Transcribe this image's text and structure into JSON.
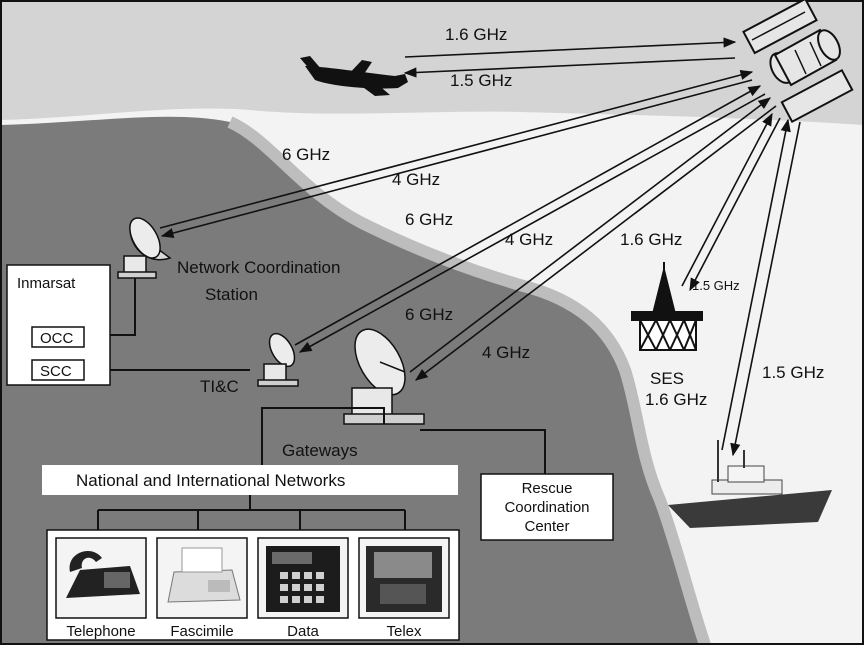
{
  "frequencies": {
    "aircraft_up": "1.6 GHz",
    "aircraft_down": "1.5 GHz",
    "ncs_up": "6 GHz",
    "ncs_down": "4 GHz",
    "tic_up": "6 GHz",
    "tic_down": "4 GHz",
    "gateway_up": "6 GHz",
    "gateway_down": "4 GHz",
    "ses_up": "1.6 GHz",
    "ses_down": "1.5 GHz",
    "ship_down": "1.5 GHz",
    "ship_up": "1.6 GHz"
  },
  "labels": {
    "ncs_line1": "Network Coordination",
    "ncs_line2": "Station",
    "tic": "TI&C",
    "gateways": "Gateways",
    "ses": "SES",
    "inmarsat": "Inmarsat",
    "occ": "OCC",
    "scc": "SCC",
    "networks": "National and International Networks",
    "rescue_line1": "Rescue",
    "rescue_line2": "Coordination",
    "rescue_line3": "Center"
  },
  "terminals": [
    {
      "label": "Telephone",
      "icon": "telephone-icon"
    },
    {
      "label": "Fascimile",
      "icon": "fax-icon"
    },
    {
      "label": "Data",
      "icon": "data-terminal-icon"
    },
    {
      "label": "Telex",
      "icon": "telex-icon"
    }
  ],
  "colors": {
    "sky": "#d6d6d6",
    "sea": "#f2f2f2",
    "land": "#7a7a7a",
    "ink": "#111111"
  }
}
